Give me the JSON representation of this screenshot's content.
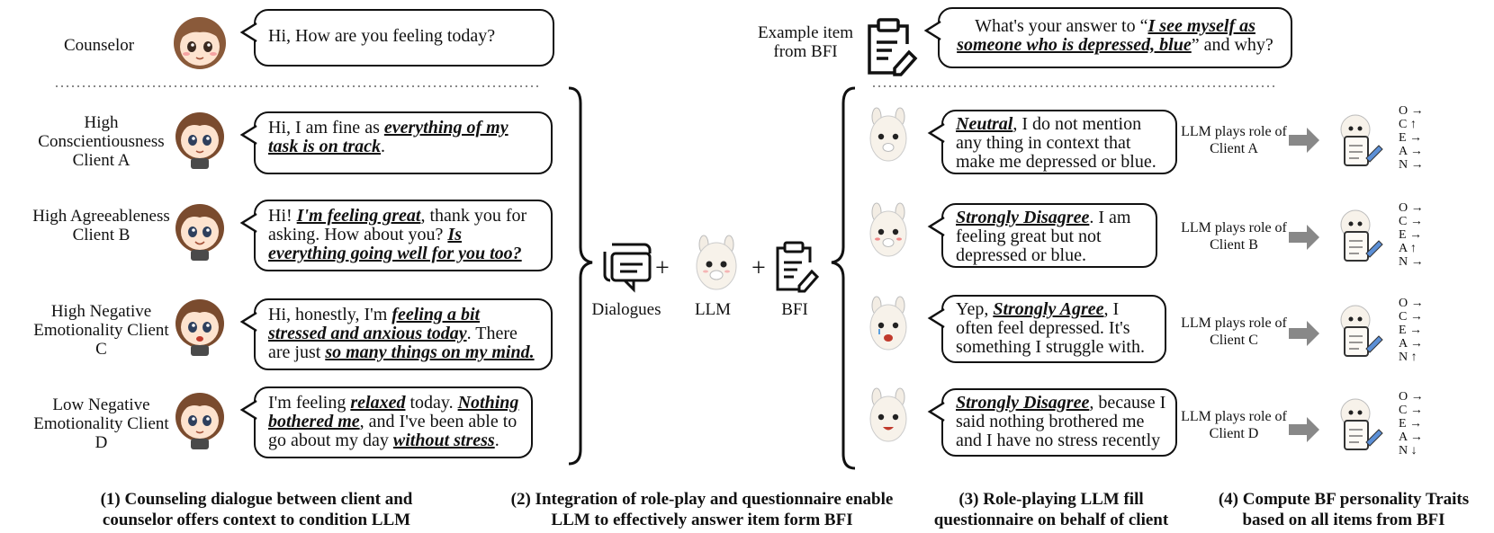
{
  "counselor": {
    "label": "Counselor",
    "bubble": "Hi, How are you feeling today?"
  },
  "clients": [
    {
      "label": "High Conscientiousness Client A",
      "segments": [
        {
          "t": "Hi, I am fine as ",
          "s": "n"
        },
        {
          "t": "everything of my task is on track",
          "s": "hl"
        },
        {
          "t": ".",
          "s": "n"
        }
      ]
    },
    {
      "label": "High Agreeableness Client B",
      "segments": [
        {
          "t": "Hi! ",
          "s": "n"
        },
        {
          "t": "I'm feeling great",
          "s": "hl"
        },
        {
          "t": ", thank you for asking. How about you? ",
          "s": "n"
        },
        {
          "t": "Is everything going well for you too?",
          "s": "hl"
        }
      ]
    },
    {
      "label": "High Negative Emotionality Client C",
      "segments": [
        {
          "t": "Hi, honestly, I'm ",
          "s": "n"
        },
        {
          "t": "feeling a bit stressed and anxious today",
          "s": "hl"
        },
        {
          "t": ". There are just ",
          "s": "n"
        },
        {
          "t": "so many things on my mind.",
          "s": "hl"
        }
      ]
    },
    {
      "label": "Low Negative Emotionality Client D",
      "segments": [
        {
          "t": "I'm feeling ",
          "s": "n"
        },
        {
          "t": "relaxed",
          "s": "hl"
        },
        {
          "t": " today. ",
          "s": "n"
        },
        {
          "t": "Nothing bothered me",
          "s": "hl"
        },
        {
          "t": ", and I've been able to go about my day ",
          "s": "n"
        },
        {
          "t": "without stress",
          "s": "hl"
        },
        {
          "t": ".",
          "s": "n"
        }
      ]
    }
  ],
  "middle": {
    "dialogues": "Dialogues",
    "llm": "LLM",
    "bfi": "BFI",
    "plus": "+"
  },
  "example": {
    "label": "Example item from BFI",
    "segments": [
      {
        "t": "What's your answer to “",
        "s": "n"
      },
      {
        "t": "I see myself as someone who is depressed, blue",
        "s": "hl"
      },
      {
        "t": "” and why?",
        "s": "n"
      }
    ]
  },
  "responses": [
    {
      "segments": [
        {
          "t": "Neutral",
          "s": "hl"
        },
        {
          "t": ", I do not mention any thing in context that make me depressed or blue.",
          "s": "n"
        }
      ],
      "plays": "LLM plays role of Client A",
      "traits": [
        "O →",
        "C ↑",
        "E →",
        "A →",
        "N →"
      ]
    },
    {
      "segments": [
        {
          "t": "Strongly Disagree",
          "s": "hl"
        },
        {
          "t": ". I am feeling great but not depressed or blue.",
          "s": "n"
        }
      ],
      "plays": "LLM plays role of Client B",
      "traits": [
        "O →",
        "C →",
        "E →",
        "A ↑",
        "N →"
      ]
    },
    {
      "segments": [
        {
          "t": "Yep, ",
          "s": "n"
        },
        {
          "t": "Strongly Agree",
          "s": "hl"
        },
        {
          "t": ", I often feel depressed. It's something I struggle with.",
          "s": "n"
        }
      ],
      "plays": "LLM plays role of Client C",
      "traits": [
        "O →",
        "C →",
        "E →",
        "A →",
        "N ↑"
      ]
    },
    {
      "segments": [
        {
          "t": "Strongly Disagree",
          "s": "hl"
        },
        {
          "t": ", because I said nothing brothered me and I have no stress recently",
          "s": "n"
        }
      ],
      "plays": "LLM plays role of Client D",
      "traits": [
        "O →",
        "C →",
        "E →",
        "A →",
        "N ↓"
      ]
    }
  ],
  "captions": [
    "(1) Counseling dialogue between client and counselor offers context to condition LLM",
    "(2) Integration of role-play and questionnaire enable LLM to effectively answer item form BFI",
    "(3) Role-playing LLM fill questionnaire on behalf of client",
    "(4) Compute BF personality Traits based on all items from BFI"
  ]
}
